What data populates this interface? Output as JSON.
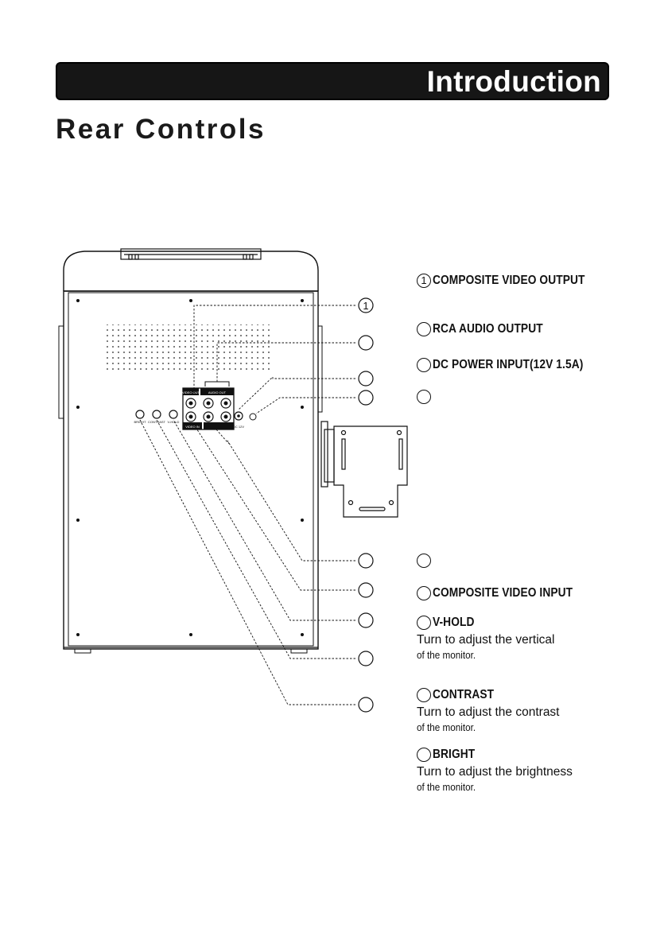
{
  "header": {
    "title": "Introduction"
  },
  "page": {
    "title": "Rear Controls"
  },
  "diagram": {
    "connector_labels": {
      "video_out": "VIDEO OUT",
      "audio_out": "AUDIO OUT",
      "video_in": "VIDEO IN",
      "dc": "DC 12V",
      "bright": "BRIGHT",
      "contrast": "CONTRAST",
      "vhold": "V-HOLD"
    },
    "markers": [
      "1",
      "",
      "",
      "",
      "",
      "",
      "",
      "",
      ""
    ]
  },
  "callouts": [
    {
      "number": "1",
      "label": "COMPOSITE VIDEO OUTPUT"
    },
    {
      "number": "",
      "label": "RCA AUDIO OUTPUT"
    },
    {
      "number": "",
      "label": "DC POWER INPUT(12V  1.5A)"
    },
    {
      "number": "",
      "label": ""
    },
    {
      "number": "",
      "label": ""
    },
    {
      "number": "",
      "label": "COMPOSITE VIDEO INPUT"
    },
    {
      "number": "",
      "label": "V-HOLD",
      "desc_line1": "Turn to adjust the vertical",
      "desc_line2": "of the monitor."
    },
    {
      "number": "",
      "label": "CONTRAST",
      "desc_line1": "Turn to adjust the contrast",
      "desc_line2": "of the monitor."
    },
    {
      "number": "",
      "label": "BRIGHT",
      "desc_line1": "Turn to adjust the brightness",
      "desc_line2": "of the monitor."
    }
  ]
}
